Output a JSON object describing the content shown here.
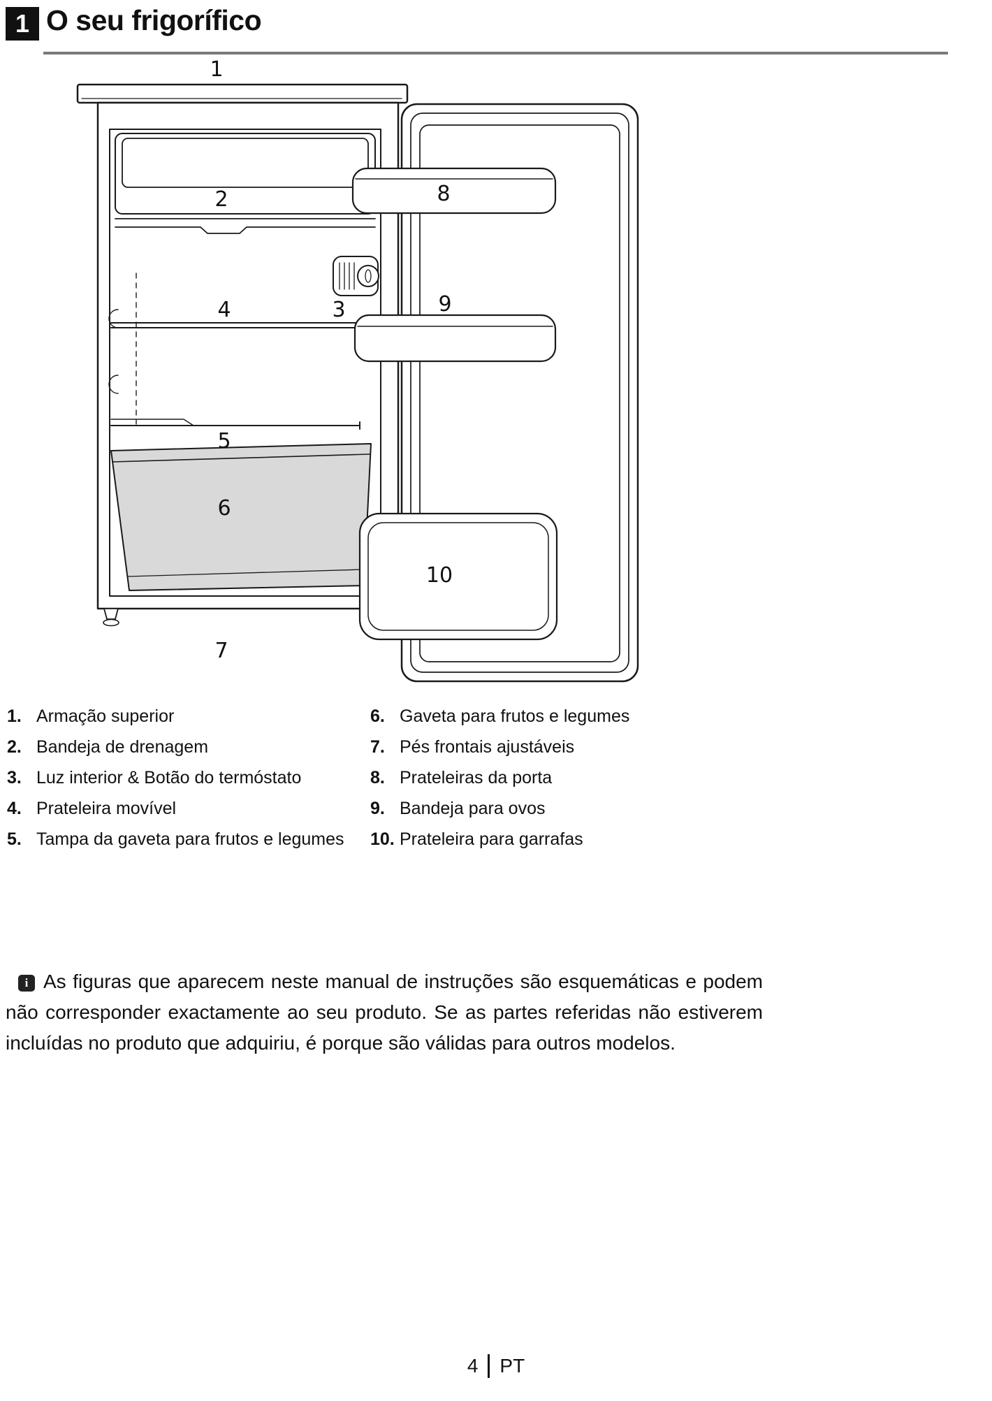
{
  "header": {
    "section_number": "1",
    "title": "O seu frigorífico"
  },
  "diagram": {
    "callouts": [
      "1",
      "2",
      "3",
      "4",
      "5",
      "6",
      "7",
      "8",
      "9",
      "10"
    ],
    "crisper_fill": "#d9d9d9"
  },
  "parts": {
    "left": [
      {
        "num": "1.",
        "label": "Armação superior"
      },
      {
        "num": "2.",
        "label": "Bandeja de drenagem"
      },
      {
        "num": "3.",
        "label": "Luz interior & Botão do termóstato"
      },
      {
        "num": "4.",
        "label": "Prateleira movível"
      },
      {
        "num": "5.",
        "label": "Tampa da gaveta para frutos e legumes"
      }
    ],
    "right": [
      {
        "num": "6.",
        "label": "Gaveta para frutos e legumes"
      },
      {
        "num": "7.",
        "label": "Pés frontais ajustáveis"
      },
      {
        "num": "8.",
        "label": "Prateleiras da porta"
      },
      {
        "num": "9.",
        "label": "Bandeja para ovos"
      },
      {
        "num": "10.",
        "label": "Prateleira para garrafas"
      }
    ]
  },
  "note": {
    "icon_glyph": "i",
    "text": "As figuras que aparecem neste manual de instruções são esquemáticas e podem não corresponder exactamente ao seu produto. Se as partes referidas não estiverem incluídas no produto que adquiriu, é porque são válidas para outros modelos."
  },
  "footer": {
    "page_number": "4",
    "language": "PT"
  }
}
